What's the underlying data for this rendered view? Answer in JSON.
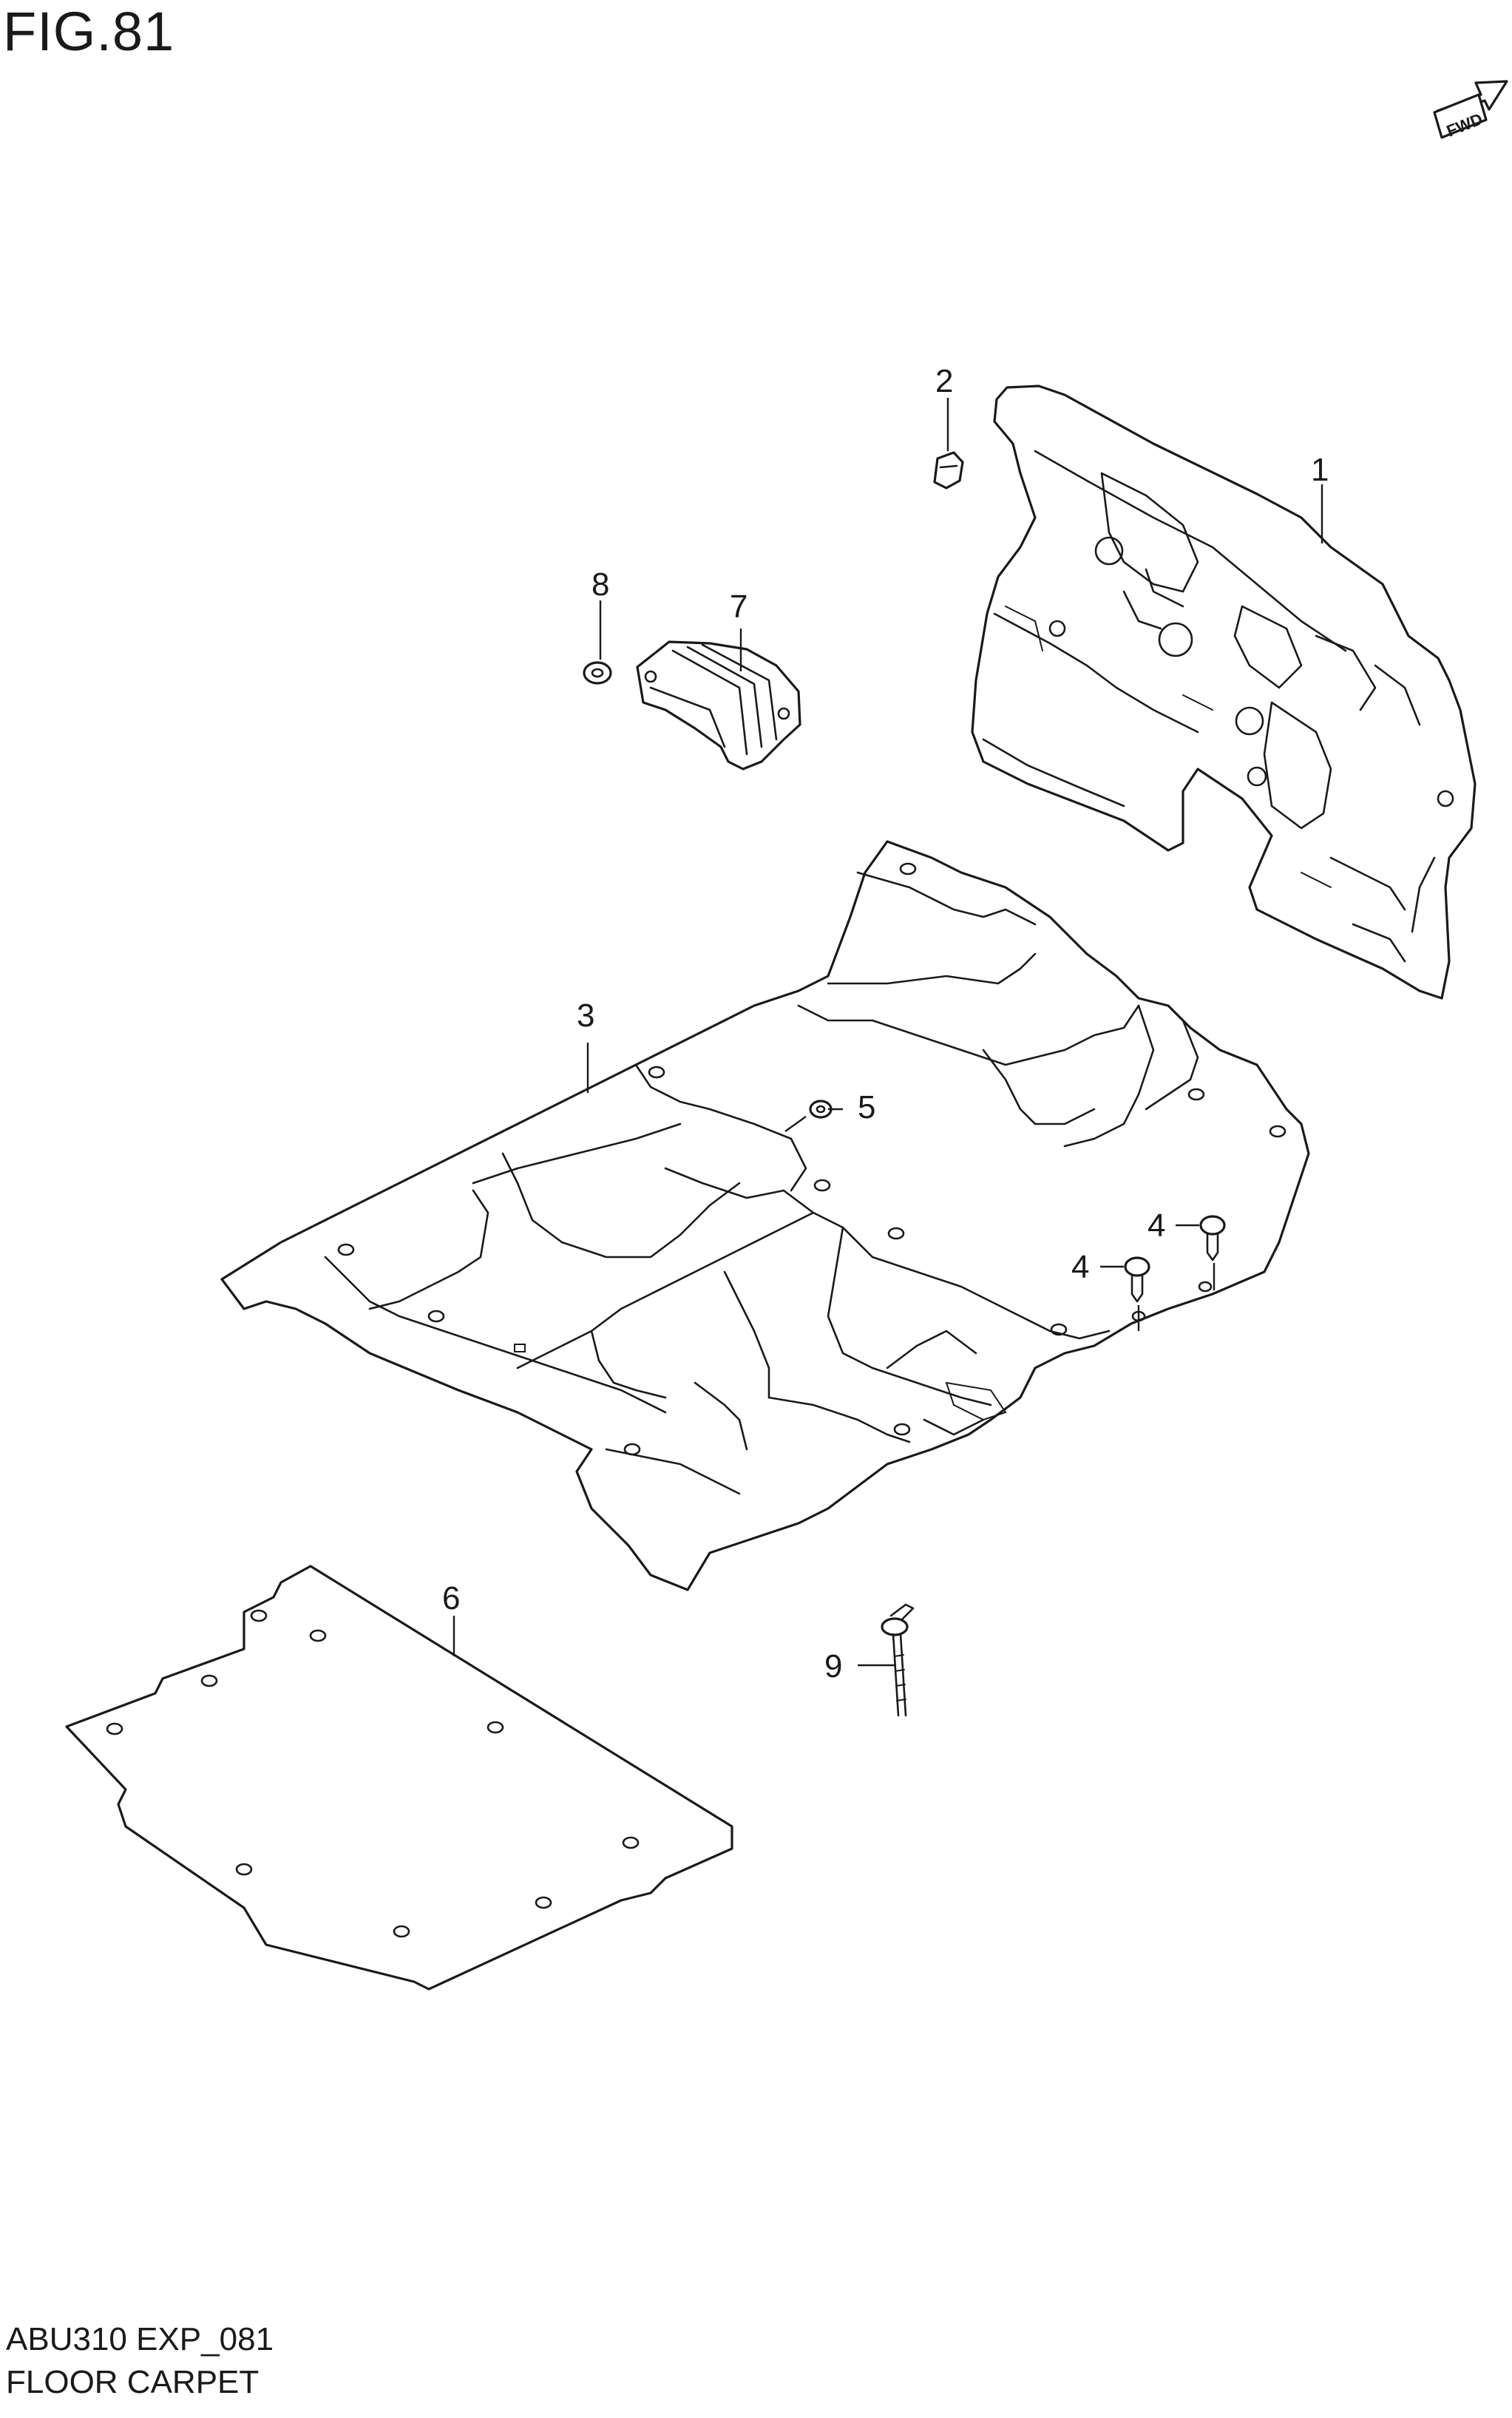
{
  "figure": {
    "title": "FIG.81"
  },
  "footer": {
    "code": "ABU310 EXP_081",
    "title": "FLOOR CARPET"
  },
  "fwd_arrow": {
    "label": "FWD"
  },
  "callouts": {
    "part1": "1",
    "part2": "2",
    "part3": "3",
    "part4a": "4",
    "part4b": "4",
    "part5": "5",
    "part6": "6",
    "part7": "7",
    "part8": "8",
    "part9": "9"
  }
}
